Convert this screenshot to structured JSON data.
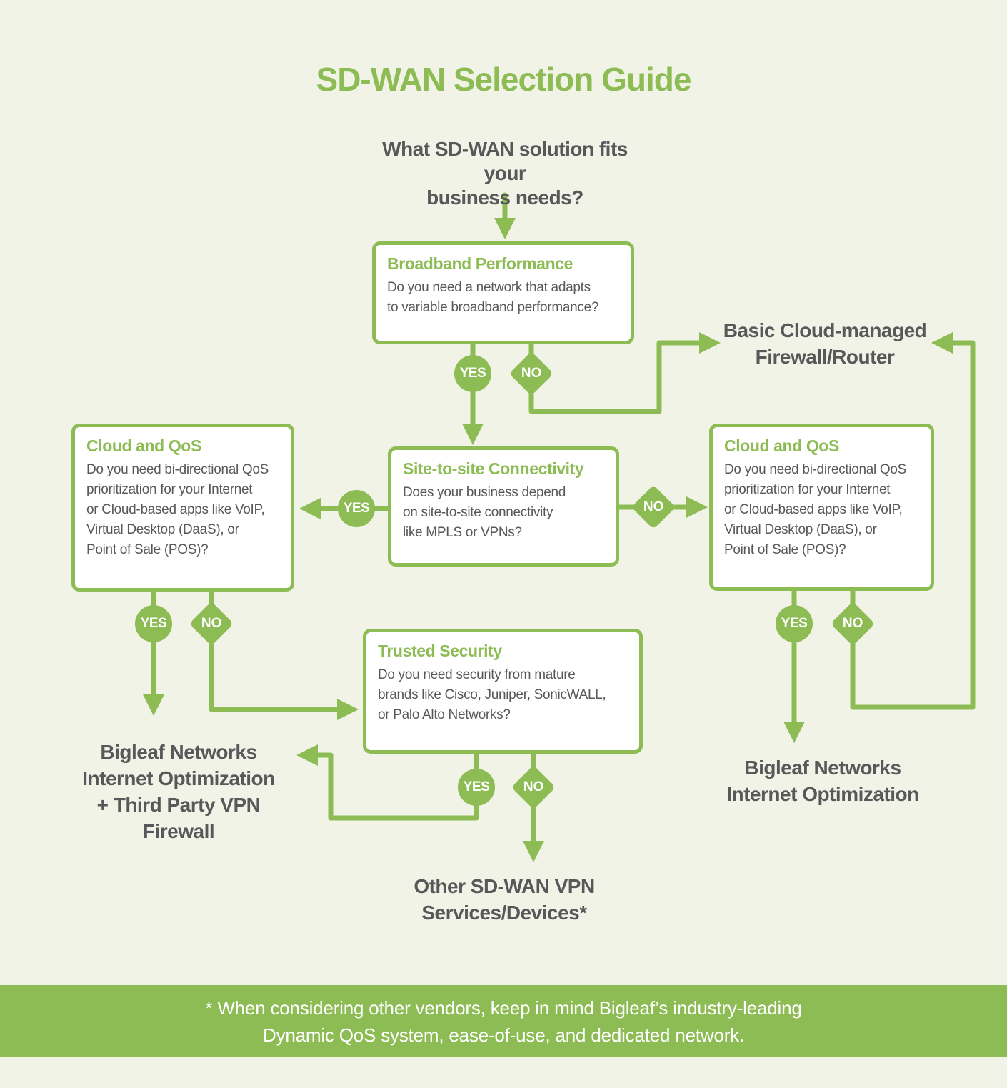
{
  "title": "SD-WAN Selection Guide",
  "intro_question": "What SD-WAN solution fits your\nbusiness needs?",
  "decision_labels": {
    "yes": "YES",
    "no": "NO"
  },
  "nodes": {
    "broadband_performance": {
      "title": "Broadband Performance",
      "question": "Do you need a network that adapts\nto variable broadband performance?"
    },
    "site_to_site_connectivity": {
      "title": "Site-to-site Connectivity",
      "question": "Does your business depend\non site-to-site connectivity\nlike MPLS or VPNs?"
    },
    "cloud_and_qos_left": {
      "title": "Cloud and QoS",
      "question": "Do you need bi-directional QoS\nprioritization for your Internet\nor Cloud-based apps like VoIP,\nVirtual Desktop (DaaS), or\nPoint of Sale (POS)?"
    },
    "cloud_and_qos_right": {
      "title": "Cloud and QoS",
      "question": "Do you need bi-directional QoS\nprioritization for your Internet\nor Cloud-based apps like VoIP,\nVirtual Desktop (DaaS), or\nPoint of Sale (POS)?"
    },
    "trusted_security": {
      "title": "Trusted Security",
      "question": "Do you need security from mature\nbrands like Cisco, Juniper, SonicWALL,\nor Palo Alto Networks?"
    }
  },
  "outcomes": {
    "basic_cloud_managed": "Basic Cloud-managed\nFirewall/Router",
    "bigleaf_with_vpn_firewall": "Bigleaf Networks\nInternet Optimization\n+ Third Party VPN\nFirewall",
    "bigleaf_internet_optimization": "Bigleaf Networks\nInternet Optimization",
    "other_sdwan": "Other SD-WAN VPN\nServices/Devices*"
  },
  "footnote": "* When considering other vendors, keep in mind Bigleaf’s industry-leading\nDynamic QoS system, ease-of-use, and dedicated network.",
  "colors": {
    "green": "#8dbc55",
    "dark_gray": "#57585a",
    "background": "#f1f3e6",
    "box_background": "#ffffff",
    "footer_text": "#ffffff"
  }
}
